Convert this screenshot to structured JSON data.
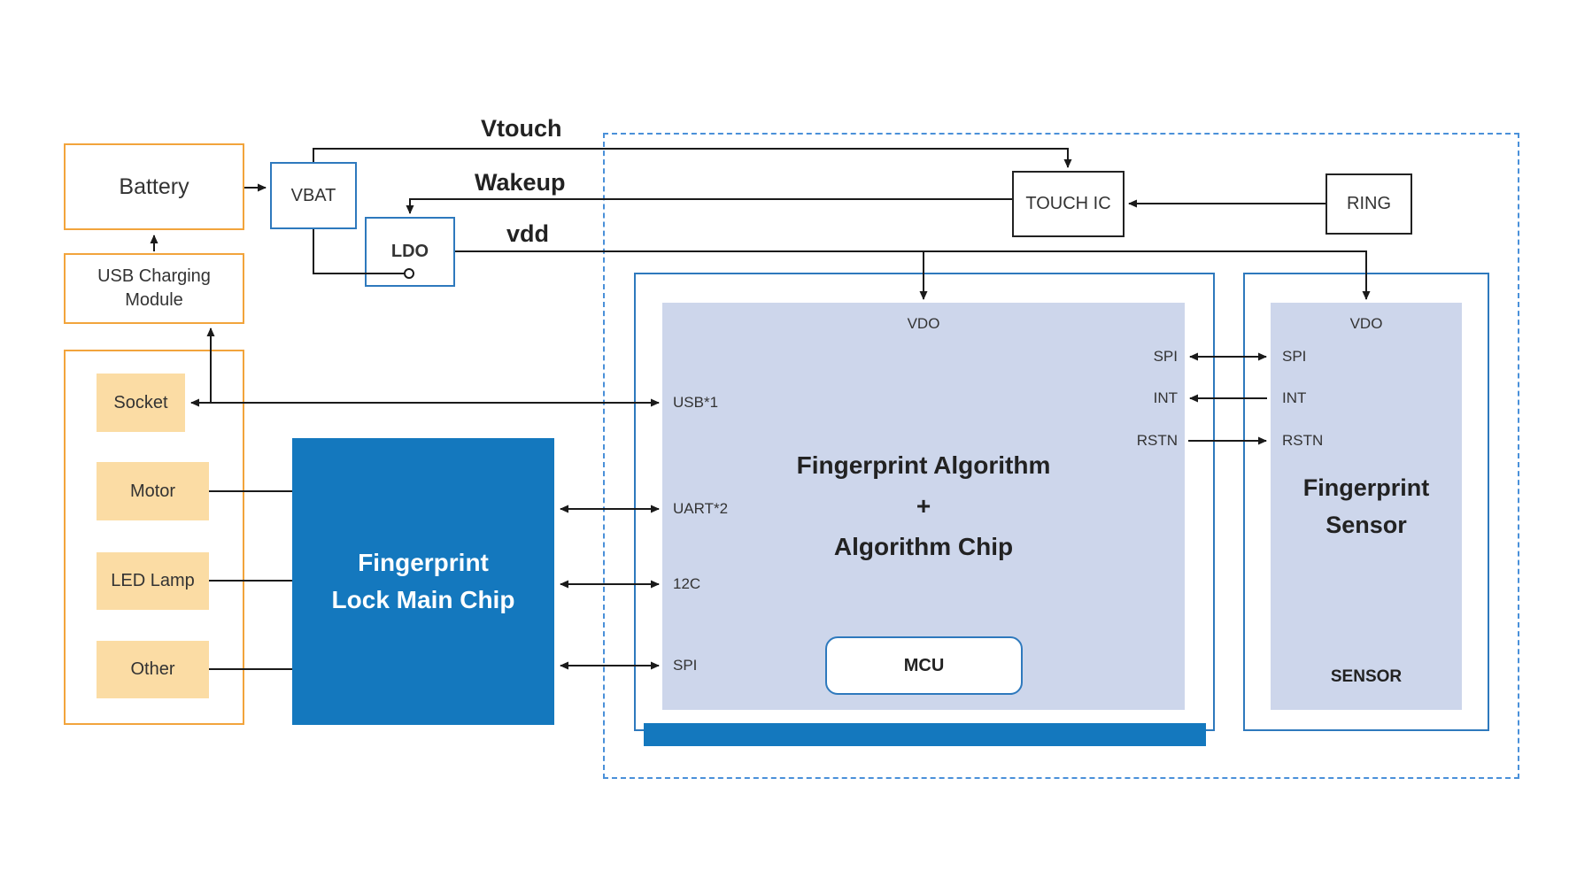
{
  "colors": {
    "orange_border": "#F2A43C",
    "orange_fill": "#FBDCA4",
    "blue_border": "#2E79BD",
    "chip_blue": "#1478BE",
    "panel_fill": "#CDD6EB",
    "dashed_border": "#4A90D9",
    "line": "#1A1A1A"
  },
  "signals": {
    "vtouch": "Vtouch",
    "wakeup": "Wakeup",
    "vdd": "vdd"
  },
  "power": {
    "battery": "Battery",
    "vbat": "VBAT",
    "ldo": "LDO",
    "usb_charging": "USB Charging\nModule"
  },
  "peripherals": {
    "socket": "Socket",
    "motor": "Motor",
    "led_lamp": "LED Lamp",
    "other": "Other"
  },
  "main_chip": {
    "label": "Fingerprint\nLock Main Chip"
  },
  "touch": {
    "touch_ic": "TOUCH IC",
    "ring": "RING"
  },
  "algorithm_chip": {
    "title": "Fingerprint Algorithm\n+\nAlgorithm Chip",
    "mcu": "MCU",
    "pin_top": "VDO",
    "pins_left": [
      "USB*1",
      "UART*2",
      "12C",
      "SPI"
    ],
    "pins_right": [
      "SPI",
      "INT",
      "RSTN"
    ]
  },
  "sensor": {
    "title": "Fingerprint\nSensor",
    "pin_top": "VDO",
    "pins_left": [
      "SPI",
      "INT",
      "RSTN"
    ],
    "bottom_label": "SENSOR"
  }
}
